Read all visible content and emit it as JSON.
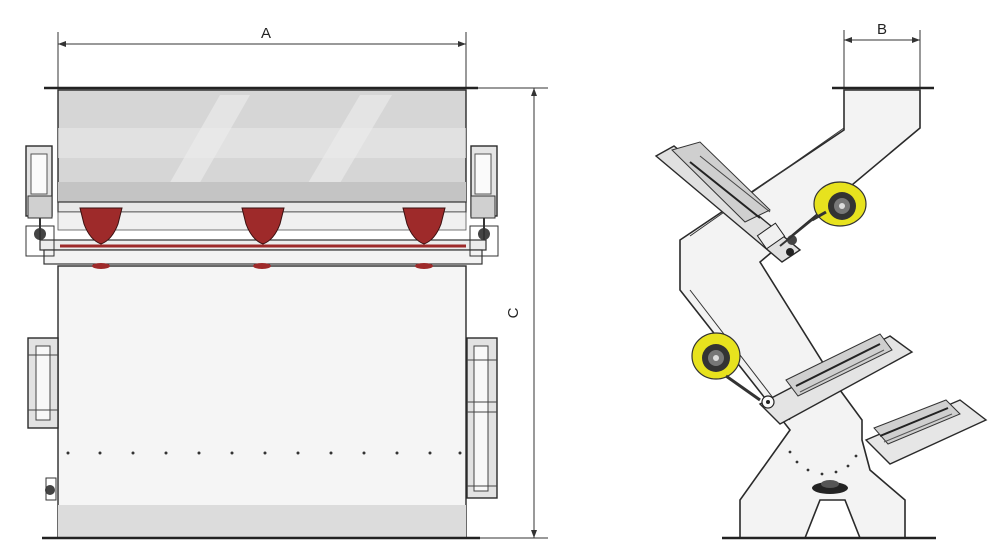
{
  "dimensions": {
    "a_label": "A",
    "b_label": "B",
    "c_label": "C"
  },
  "colors": {
    "line": "#2a2a2a",
    "hopper_fill": "#d9d9d9",
    "body_fill": "#f4f4f4",
    "funnel_red": "#9e2a2a",
    "knob_yellow": "#e7e21e",
    "cylinder_grey": "#cfcfcf"
  },
  "icons": {
    "left_view": "machine-front-view",
    "right_view": "machine-side-view",
    "cylinders": "pneumatic-cylinder-icon",
    "knobs": "yellow-adjustment-knob-icon"
  }
}
